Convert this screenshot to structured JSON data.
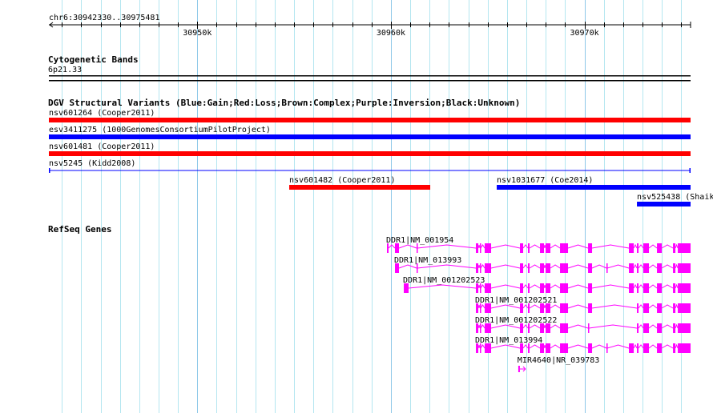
{
  "ruler": {
    "location_label": "chr6:30942330..30975481",
    "start": 30942330,
    "end": 30975481,
    "major_ticks": [
      {
        "pos": 30950000,
        "label": "30950k"
      },
      {
        "pos": 30960000,
        "label": "30960k"
      },
      {
        "pos": 30970000,
        "label": "30970k"
      }
    ],
    "minor_tick_step": 1000
  },
  "cytoband_track": {
    "title": "Cytogenetic Bands",
    "band": "6p21.33"
  },
  "dgv_track": {
    "title": "DGV Structural Variants (Blue:Gain;Red:Loss;Brown:Complex;Purple:Inversion;Black:Unknown)",
    "features": [
      {
        "label": "nsv601264 (Cooper2011)",
        "start": 30942330,
        "end": 30975481,
        "color": "#ff0000",
        "style": "bar",
        "row": 0
      },
      {
        "label": "esv3411275 (1000GenomesConsortiumPilotProject)",
        "start": 30942330,
        "end": 30975481,
        "color": "#0000ff",
        "style": "bar",
        "row": 1
      },
      {
        "label": "nsv601481 (Cooper2011)",
        "start": 30942330,
        "end": 30975481,
        "color": "#ff0000",
        "style": "bar",
        "row": 2
      },
      {
        "label": "nsv5245 (Kidd2008)",
        "start": 30942330,
        "end": 30975481,
        "color": "#0000ff",
        "style": "line",
        "row": 3
      },
      {
        "label": "nsv601482 (Cooper2011)",
        "start": 30954747,
        "end": 30962032,
        "color": "#ff0000",
        "style": "bar",
        "row": 4
      },
      {
        "label": "nsv1031677 (Coe2014)",
        "start": 30965467,
        "end": 30975481,
        "color": "#0000ff",
        "style": "bar",
        "row": 4
      },
      {
        "label": "nsv525438 (Shaik",
        "start": 30972710,
        "end": 30975481,
        "color": "#0000ff",
        "style": "bar",
        "row": 5
      }
    ]
  },
  "refseq_track": {
    "title": "RefSeq Genes",
    "color": "#ff00ff",
    "transcripts": [
      {
        "label": "DDR1|NM_001954",
        "exons": [
          [
            30959797,
            30959879
          ],
          [
            30960210,
            30960417
          ],
          [
            30961328,
            30961370
          ],
          [
            30964391,
            30964515
          ],
          [
            30964598,
            30964639
          ],
          [
            30964846,
            30965177
          ],
          [
            30966667,
            30966833
          ],
          [
            30967081,
            30967164
          ],
          [
            30967702,
            30967909
          ],
          [
            30967992,
            30968240
          ],
          [
            30968737,
            30968902
          ],
          [
            30968902,
            30969150
          ],
          [
            30970185,
            30970392
          ],
          [
            30972296,
            30972545
          ],
          [
            30972710,
            30972793
          ],
          [
            30973041,
            30973331
          ],
          [
            30973745,
            30973993
          ],
          [
            30974573,
            30974697
          ],
          [
            30974821,
            30975481
          ]
        ]
      },
      {
        "label": "DDR1|NM_013993",
        "exons": [
          [
            30960210,
            30960417
          ],
          [
            30961328,
            30961370
          ],
          [
            30964391,
            30964515
          ],
          [
            30964598,
            30964639
          ],
          [
            30964846,
            30965177
          ],
          [
            30966667,
            30966833
          ],
          [
            30967081,
            30967164
          ],
          [
            30967702,
            30967909
          ],
          [
            30967992,
            30968240
          ],
          [
            30968737,
            30968902
          ],
          [
            30968902,
            30969150
          ],
          [
            30970185,
            30970392
          ],
          [
            30971137,
            30971180
          ],
          [
            30972296,
            30972545
          ],
          [
            30972710,
            30972793
          ],
          [
            30973041,
            30973331
          ],
          [
            30973745,
            30973993
          ],
          [
            30974573,
            30974697
          ],
          [
            30974821,
            30975481
          ]
        ]
      },
      {
        "label": "DDR1|NM_001202523",
        "exons": [
          [
            30960666,
            30960914
          ],
          [
            30964391,
            30964515
          ],
          [
            30964598,
            30964639
          ],
          [
            30964846,
            30965177
          ],
          [
            30966667,
            30966833
          ],
          [
            30967081,
            30967164
          ],
          [
            30967702,
            30967909
          ],
          [
            30967992,
            30968240
          ],
          [
            30968737,
            30968902
          ],
          [
            30968902,
            30969150
          ],
          [
            30970185,
            30970392
          ],
          [
            30972296,
            30972545
          ],
          [
            30972710,
            30972793
          ],
          [
            30973041,
            30973331
          ],
          [
            30973745,
            30973993
          ],
          [
            30974573,
            30974697
          ],
          [
            30974821,
            30975481
          ]
        ]
      },
      {
        "label": "DDR1|NM_001202521",
        "exons": [
          [
            30964391,
            30964515
          ],
          [
            30964598,
            30964639
          ],
          [
            30964846,
            30965177
          ],
          [
            30966667,
            30966833
          ],
          [
            30967081,
            30967164
          ],
          [
            30967702,
            30967909
          ],
          [
            30967992,
            30968240
          ],
          [
            30968737,
            30968902
          ],
          [
            30968902,
            30969150
          ],
          [
            30970185,
            30970392
          ],
          [
            30972710,
            30972793
          ],
          [
            30973041,
            30973331
          ],
          [
            30973745,
            30973993
          ],
          [
            30974573,
            30974697
          ],
          [
            30974821,
            30975481
          ]
        ]
      },
      {
        "label": "DDR1|NM_001202522",
        "exons": [
          [
            30964391,
            30964515
          ],
          [
            30964598,
            30964639
          ],
          [
            30964846,
            30965177
          ],
          [
            30966667,
            30966833
          ],
          [
            30967081,
            30967164
          ],
          [
            30967702,
            30967909
          ],
          [
            30967992,
            30968240
          ],
          [
            30968737,
            30968902
          ],
          [
            30968902,
            30969150
          ],
          [
            30970185,
            30970230
          ],
          [
            30972710,
            30972793
          ],
          [
            30973041,
            30973331
          ],
          [
            30973745,
            30973993
          ],
          [
            30974573,
            30974697
          ],
          [
            30974821,
            30975481
          ]
        ]
      },
      {
        "label": "DDR1|NM_013994",
        "exons": [
          [
            30964391,
            30964515
          ],
          [
            30964598,
            30964639
          ],
          [
            30964846,
            30965177
          ],
          [
            30966667,
            30966833
          ],
          [
            30967081,
            30967164
          ],
          [
            30967702,
            30967909
          ],
          [
            30967992,
            30968240
          ],
          [
            30968737,
            30968902
          ],
          [
            30968902,
            30969150
          ],
          [
            30970185,
            30970392
          ],
          [
            30971137,
            30971180
          ],
          [
            30972296,
            30972545
          ],
          [
            30972710,
            30972793
          ],
          [
            30973041,
            30973331
          ],
          [
            30973745,
            30973993
          ],
          [
            30974573,
            30974697
          ],
          [
            30974821,
            30975481
          ]
        ]
      },
      {
        "label": "MIR4640|NR_039783",
        "mirna": true,
        "exons": [
          [
            30966580,
            30966710
          ]
        ]
      }
    ]
  }
}
